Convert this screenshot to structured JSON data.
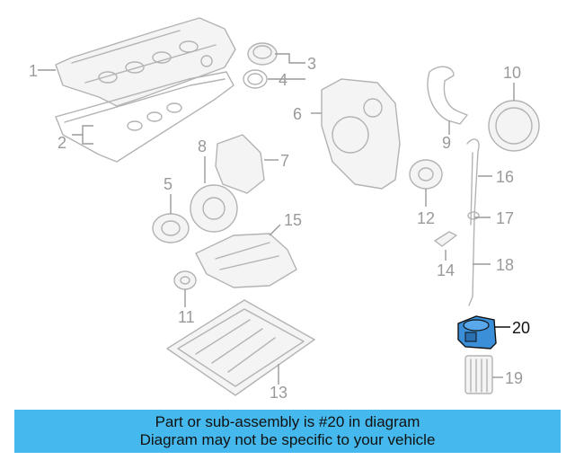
{
  "labels": {
    "c1": "1",
    "c2": "2",
    "c3": "3",
    "c4": "4",
    "c5": "5",
    "c6": "6",
    "c7": "7",
    "c8": "8",
    "c9": "9",
    "c10": "10",
    "c11": "11",
    "c12": "12",
    "c13": "13",
    "c14": "14",
    "c15": "15",
    "c16": "16",
    "c17": "17",
    "c18": "18",
    "c19": "19",
    "c20": "20"
  },
  "highlight_callout": "20",
  "colors": {
    "banner": "#45b9ed",
    "part_line": "#b3b3b3",
    "highlight_part": "#3a8fd8"
  },
  "banner": {
    "line1": "Part or sub-assembly is #20 in diagram",
    "line2": "Diagram may not be specific to your vehicle"
  }
}
